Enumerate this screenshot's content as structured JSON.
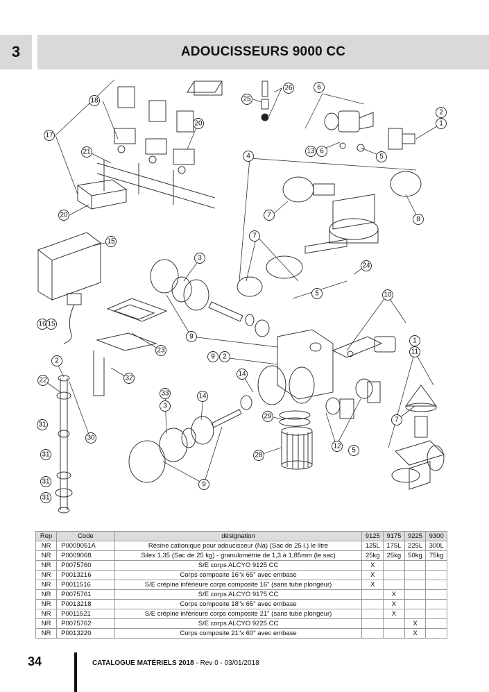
{
  "header": {
    "section_number": "3",
    "title": "ADOUCISSEURS 9000 CC"
  },
  "diagram": {
    "callouts": [
      "18",
      "26",
      "25",
      "6",
      "2",
      "1",
      "17",
      "20",
      "21",
      "13",
      "6",
      "5",
      "4",
      "7",
      "8",
      "20",
      "15",
      "7",
      "3",
      "24",
      "16",
      "15",
      "9",
      "5",
      "10",
      "23",
      "9",
      "2",
      "1",
      "11",
      "2",
      "32",
      "22",
      "14",
      "33",
      "14",
      "3",
      "7",
      "29",
      "31",
      "30",
      "12",
      "31",
      "5",
      "28",
      "31",
      "9",
      "31"
    ]
  },
  "table": {
    "headers": [
      "Rep",
      "Code",
      "désignation",
      "9125",
      "9175",
      "9225",
      "9300"
    ],
    "rows": [
      [
        "NR",
        "P0009051A",
        "Résine cationique pour adoucisseur (Na) (Sac de 25 l.) le litre",
        "125L",
        "175L",
        "225L",
        "300L"
      ],
      [
        "NR",
        "P0009068",
        "Silex 1,35 (Sac de 25 kg) - granulométrie de 1,3 à 1,85mm (le sac)",
        "25kg",
        "25kg",
        "50kg",
        "75kg"
      ],
      [
        "NR",
        "P0075760",
        "S/E corps ALCYO 9125 CC",
        "X",
        "",
        "",
        ""
      ],
      [
        "NR",
        "P0013216",
        "Corps composite 16\"x 65\" avec embase",
        "X",
        "",
        "",
        ""
      ],
      [
        "NR",
        "P0011516",
        "S/E crépine inférieure corps composite 16\" (sans tube plongeur)",
        "X",
        "",
        "",
        ""
      ],
      [
        "NR",
        "P0075761",
        "S/E corps ALCYO 9175 CC",
        "",
        "X",
        "",
        ""
      ],
      [
        "NR",
        "P0013218",
        "Corps composite 18\"x 65\" avec embase",
        "",
        "X",
        "",
        ""
      ],
      [
        "NR",
        "P0011521",
        "S/E crépine inférieure corps composite 21\" (sans tube plongeur)",
        "",
        "X",
        "",
        ""
      ],
      [
        "NR",
        "P0075762",
        "S/E corps ALCYO 9225 CC",
        "",
        "",
        "X",
        ""
      ],
      [
        "NR",
        "P0013220",
        "Corps composite 21\"x 60\" avec embase",
        "",
        "",
        "X",
        ""
      ]
    ]
  },
  "footer": {
    "page_number": "34",
    "catalogue": "CATALOGUE MATÉRIELS 2018",
    "revision": " - Rev 0 - 03/01/2018"
  }
}
